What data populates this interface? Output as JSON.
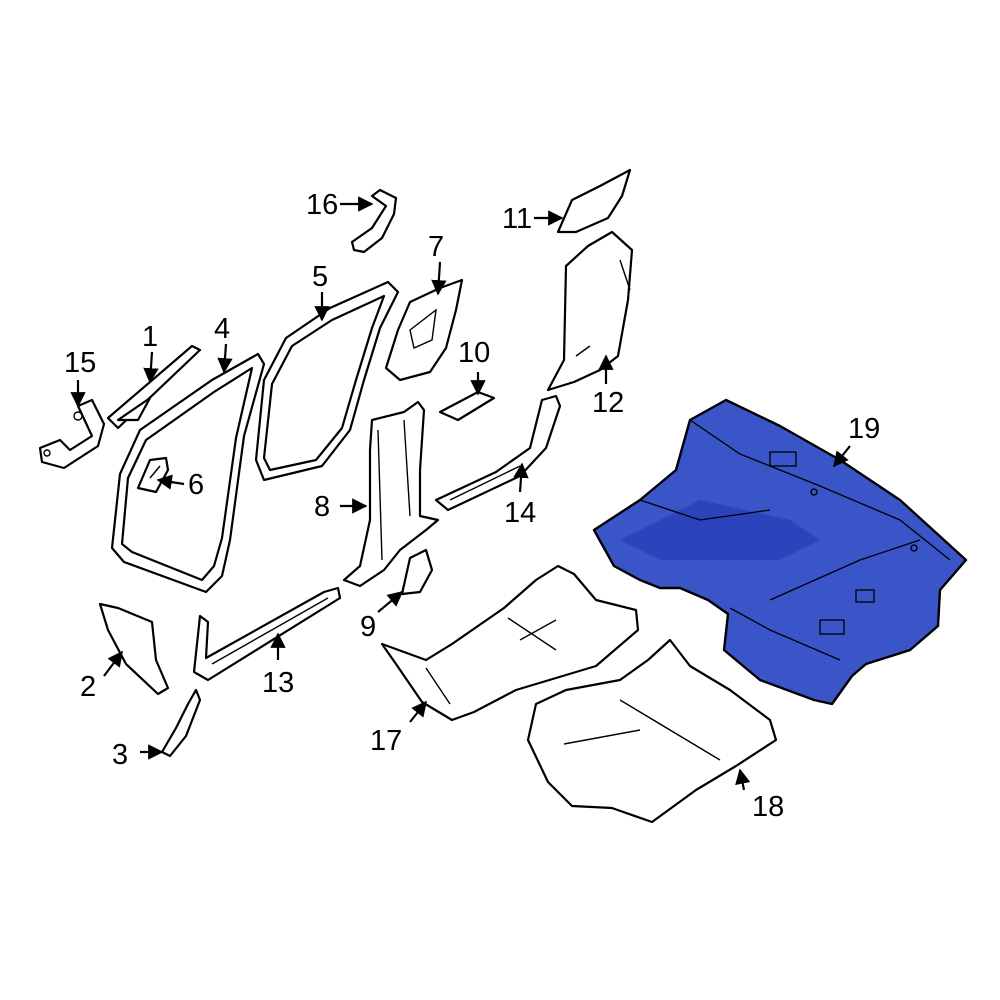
{
  "diagram": {
    "highlight_color": "#3a55c8",
    "callouts": [
      {
        "id": "1",
        "label": "1"
      },
      {
        "id": "2",
        "label": "2"
      },
      {
        "id": "3",
        "label": "3"
      },
      {
        "id": "4",
        "label": "4"
      },
      {
        "id": "5",
        "label": "5"
      },
      {
        "id": "6",
        "label": "6"
      },
      {
        "id": "7",
        "label": "7"
      },
      {
        "id": "8",
        "label": "8"
      },
      {
        "id": "9",
        "label": "9"
      },
      {
        "id": "10",
        "label": "10"
      },
      {
        "id": "11",
        "label": "11"
      },
      {
        "id": "12",
        "label": "12"
      },
      {
        "id": "13",
        "label": "13"
      },
      {
        "id": "14",
        "label": "14"
      },
      {
        "id": "15",
        "label": "15"
      },
      {
        "id": "16",
        "label": "16"
      },
      {
        "id": "17",
        "label": "17"
      },
      {
        "id": "18",
        "label": "18"
      },
      {
        "id": "19",
        "label": "19"
      }
    ]
  }
}
